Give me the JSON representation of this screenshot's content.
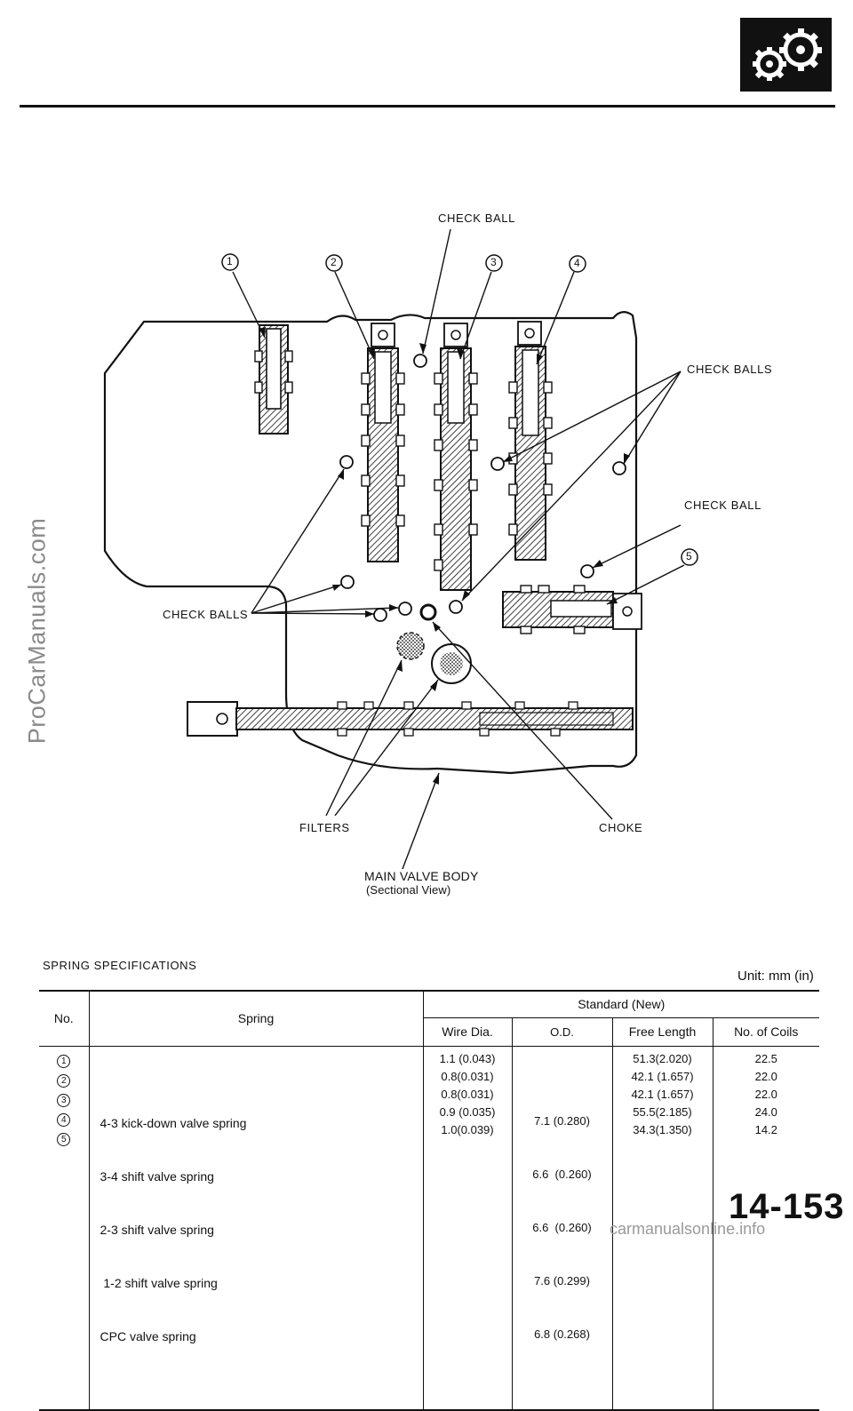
{
  "side_watermark": "ProCarManuals.com",
  "bottom_watermark": "carmanualsonline.info",
  "header_icon": "gears-icon",
  "diagram": {
    "labels": {
      "check_ball_top": "CHECK BALL",
      "check_balls_right": "CHECK BALLS",
      "check_ball_right": "CHECK BALL",
      "check_balls_left": "CHECK BALLS",
      "filters": "FILTERS",
      "choke": "CHOKE",
      "title": "MAIN VALVE BODY",
      "subtitle": "(Sectional View)"
    },
    "callouts": [
      "1",
      "2",
      "3",
      "4",
      "5"
    ]
  },
  "spec": {
    "title": "SPRING  SPECIFICATIONS",
    "unit": "Unit: mm (in)",
    "headers": {
      "no": "No.",
      "spring": "Spring",
      "standard": "Standard (New)",
      "wire": "Wire Dia.",
      "od": "O.D.",
      "free": "Free  Length",
      "coils": "No. of Coils"
    },
    "numbers": [
      "1",
      "2",
      "3",
      "4",
      "5"
    ],
    "springs": [
      "4-3 kick-down valve spring",
      "3-4 shift valve spring",
      "2-3 shift valve spring",
      " 1-2 shift valve spring",
      "CPC valve spring"
    ],
    "wire_dia": [
      "1.1 (0.043)",
      "0.8(0.031)",
      "0.8(0.031)",
      "0.9 (0.035)",
      "1.0(0.039)"
    ],
    "od": [
      "7.1 (0.280)",
      "6.6  (0.260)",
      "6.6  (0.260)",
      "7.6 (0.299)",
      "6.8 (0.268)"
    ],
    "free_length": [
      "51.3(2.020)",
      "42.1 (1.657)",
      "42.1 (1.657)",
      "55.5(2.185)",
      "34.3(1.350)"
    ],
    "coils": [
      "22.5",
      "22.0",
      "22.0",
      "24.0",
      "14.2"
    ]
  },
  "page_number": "14-153"
}
